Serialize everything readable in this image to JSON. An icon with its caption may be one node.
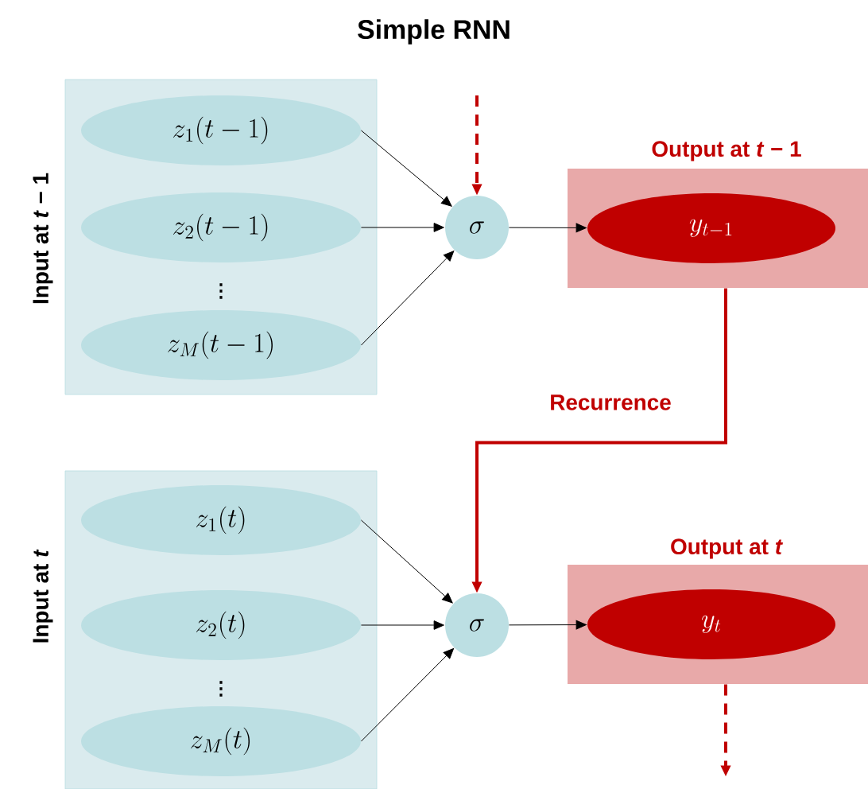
{
  "diagram": {
    "title": "Simple RNN",
    "nodes": [
      {
        "text": [
          "Input at *t* − 1"
        ]
      },
      {
        "text": [
          "z_1(t-1)"
        ],
        "in": 0
      },
      {
        "text": [
          "z_2(t-1)"
        ],
        "in": 0
      },
      {
        "text": [
          "z_M(t-1)"
        ],
        "in": 0
      },
      {
        "text": [
          "\\sigma"
        ]
      },
      {
        "text": [
          "Output at *t* − 1"
        ]
      },
      {
        "text": [
          "y_{t-1}"
        ],
        "in": 5
      },
      {
        "text": [
          "Input at *t*"
        ]
      },
      {
        "text": [
          "z_1(t)"
        ],
        "in": 7
      },
      {
        "text": [
          "z_2(t)"
        ],
        "in": 7
      },
      {
        "text": [
          "z_M(t)"
        ],
        "in": 7
      },
      {
        "text": [
          "\\sigma"
        ]
      },
      {
        "text": [
          "Output at *t*"
        ]
      },
      {
        "text": [
          "y_t"
        ],
        "in": 12
      }
    ],
    "edges": [
      {
        "from": 1,
        "to": 4,
        "arrow": "to"
      },
      {
        "from": 2,
        "to": 4,
        "arrow": "to"
      },
      {
        "from": 3,
        "to": 4,
        "arrow": "to"
      },
      {
        "from": null,
        "to": 4,
        "arrow": "to",
        "style": "dashed",
        "color": "#c00000"
      },
      {
        "from": 4,
        "to": 6,
        "arrow": "to"
      },
      {
        "from": 8,
        "to": 11,
        "arrow": "to"
      },
      {
        "from": 9,
        "to": 11,
        "arrow": "to"
      },
      {
        "from": 10,
        "to": 11,
        "arrow": "to"
      },
      {
        "from": 5,
        "to": 11,
        "arrow": "to",
        "label": "Recurrence",
        "style": "thick",
        "color": "#c00000"
      },
      {
        "from": 11,
        "to": 13,
        "arrow": "to"
      },
      {
        "from": 12,
        "to": null,
        "arrow": "to",
        "style": "dashed",
        "color": "#c00000"
      }
    ],
    "labels": [
      "\\vdots",
      "\\vdots"
    ]
  }
}
